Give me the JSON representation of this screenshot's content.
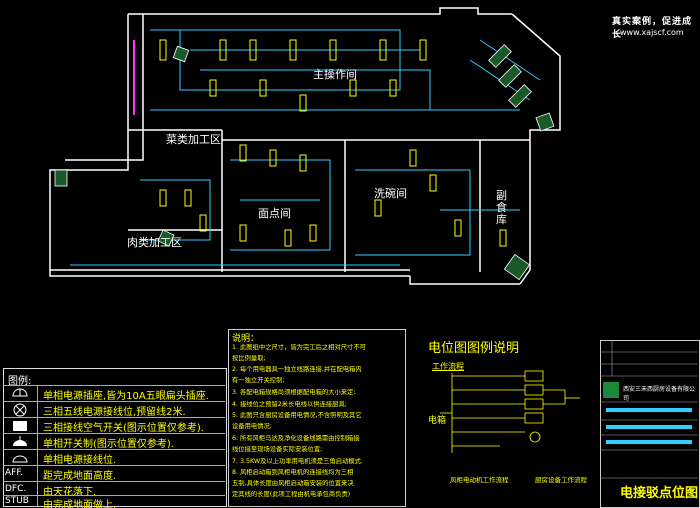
{
  "watermark": {
    "line1": "真实案例，促进成长",
    "line2": "www.xajscf.com"
  },
  "rooms": {
    "main": "主操作间",
    "veg": "菜类加工区",
    "meat": "肉类加工区",
    "pastry": "面点间",
    "wash": "洗碗间",
    "storage": "副食库"
  },
  "legend": {
    "title": "图例:",
    "items": [
      {
        "symbol": "socket-10a-icon",
        "text": "单相电源插座,皆为10A五眼扁头插座."
      },
      {
        "symbol": "socket-3phase-icon",
        "text": "三相五线电源接线位,预留线2米."
      },
      {
        "symbol": "breaker-icon",
        "text": "三相接线空气开关(图示位置仅参考)."
      },
      {
        "symbol": "switch-icon",
        "text": "单相开关制(图示位置仅参考)."
      },
      {
        "symbol": "direct-wire-icon",
        "text": "单相电源接线位."
      },
      {
        "abbr": "AFF.",
        "text": "距完成地面高度."
      },
      {
        "abbr": "DFC.",
        "text": "由天花落下."
      },
      {
        "abbr": "STUB",
        "text": "由完成地面做上."
      }
    ]
  },
  "notes": {
    "title": "说明：",
    "items": [
      "1. 此图纸中之尺寸，皆为完工后之相对尺寸不可",
      "   按比例量取;",
      "2. 每个用电器具一独立线路连接,并在配电箱内",
      "   有一独立开关控制;",
      "3. 各配电箱规格尚须根据配电箱的大小来定;",
      "4. 接线位之预留2米长电线以供连接厨具;",
      "5. 此图只含厨房设备用电情况,不含照明及其它",
      "   设备用电情况;",
      "6. 所有风柜马达及净化设备线路需由控制箱接",
      "   线位接至现场设备实际安装位置;",
      "7. 3.5KW及以上功率用电机须是三角启动模式.",
      "8. 风柜启动箱到风柜电机的连接线均为三相",
      "   五制,具体长度由风柜启动箱安装的位置来决",
      "   定其线的长度(此项工程由机电承包商负责)"
    ]
  },
  "schematic": {
    "title": "电位图图例说明",
    "subtitle": "工作流程",
    "elec_label": "电箱",
    "caption_left": "风柜电动机工作流程",
    "caption_right": "厨房设备工作流程"
  },
  "title_block": {
    "company": "西安三禾西厨房设备有限公司",
    "drawing_name": "电接驳点位图"
  }
}
